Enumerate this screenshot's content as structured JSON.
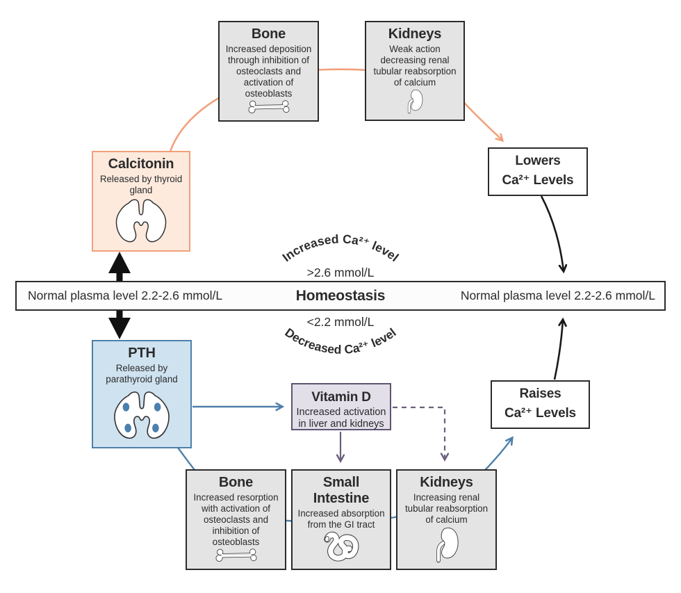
{
  "colors": {
    "box_gray_fill": "#e4e4e4",
    "box_border_dark": "#2b2b2b",
    "calcitonin_fill": "#fdeadd",
    "calcitonin_border": "#f2a07b",
    "orange_arrow": "#f2a07b",
    "pth_fill": "#cfe2f0",
    "pth_border": "#4d80aa",
    "blue_arrow": "#4d80aa",
    "vitamin_d_fill": "#e2dfe9",
    "vitamin_d_border": "#5f5470",
    "purple_arrow": "#6a5f7b",
    "black_arrow": "#1a1a1a"
  },
  "homeostasis": {
    "bar_left": "Normal plasma level 2.2-2.6 mmol/L",
    "bar_center": "Homeostasis",
    "bar_right": "Normal plasma level 2.2-2.6 mmol/L",
    "increased_label": "Increased Ca²⁺ level",
    "increased_value": ">2.6 mmol/L",
    "decreased_value": "<2.2 mmol/L",
    "decreased_label": "Decreased Ca²⁺ level"
  },
  "upper": {
    "calcitonin": {
      "title": "Calcitonin",
      "body": "Released by thyroid gland"
    },
    "bone": {
      "title": "Bone",
      "body": "Increased deposition through inhibition of osteoclasts and activation of osteoblasts"
    },
    "kidneys": {
      "title": "Kidneys",
      "body": "Weak action decreasing renal tubular reabsorption of calcium"
    },
    "outcome": {
      "line1": "Lowers",
      "line2": "Ca²⁺ Levels"
    }
  },
  "lower": {
    "pth": {
      "title": "PTH",
      "body": "Released by parathyroid gland"
    },
    "vitamin_d": {
      "title": "Vitamin D",
      "body": "Increased activation in liver and kidneys"
    },
    "bone": {
      "title": "Bone",
      "body": "Increased resorption with activation of osteoclasts and inhibition of osteoblasts"
    },
    "small_intestine": {
      "title": "Small Intestine",
      "body": "Increased absorption from the GI tract"
    },
    "kidneys": {
      "title": "Kidneys",
      "body": "Increasing renal tubular reabsorption of calcium"
    },
    "outcome": {
      "line1": "Raises",
      "line2": "Ca²⁺ Levels"
    }
  }
}
